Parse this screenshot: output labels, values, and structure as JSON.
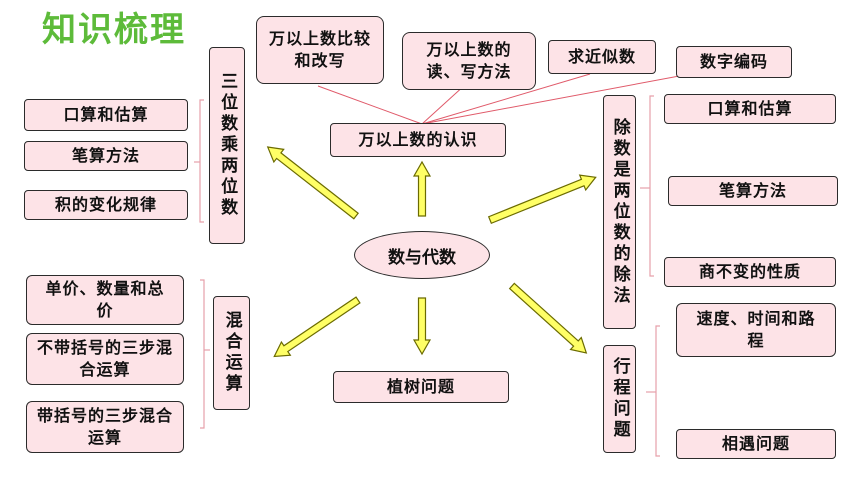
{
  "title": "知识梳理",
  "center": "数与代数",
  "top_branch": {
    "label": "万以上数的认识",
    "items": [
      "万以上数比较和改写",
      "万以上数的读、写方法",
      "求近似数",
      "数字编码"
    ]
  },
  "left_top_branch": {
    "label": "三位数乘两位数",
    "items": [
      "口算和估算",
      "笔算方法",
      "积的变化规律"
    ]
  },
  "right_top_branch": {
    "label": "除数是两位数的除法",
    "items": [
      "口算和估算",
      "笔算方法",
      "商不变的性质"
    ]
  },
  "left_bottom_branch": {
    "label": "混合运算",
    "items": [
      "单价、数量和总价",
      "不带括号的三步混合运算",
      "带括号的三步混合运算"
    ]
  },
  "bottom_branch": {
    "label": "植树问题"
  },
  "right_bottom_branch": {
    "label": "行程问题",
    "items": [
      "速度、时间和路程",
      "相遇问题"
    ]
  },
  "colors": {
    "box_fill": "#fde3e7",
    "box_border": "#2b2b2b",
    "arrow_fill": "#ffff66",
    "arrow_stroke": "#6b6b00",
    "title": "#5dbb3a",
    "connector": "#e05a6a",
    "bracket": "#e7a0aa"
  }
}
